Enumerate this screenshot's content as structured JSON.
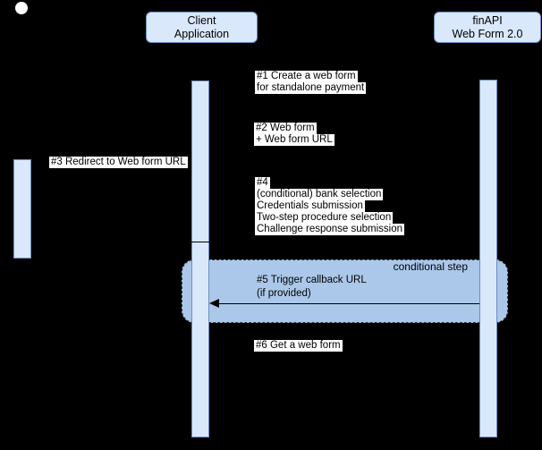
{
  "actors": {
    "client": {
      "line1": "Client",
      "line2": "Application"
    },
    "finapi": {
      "line1": "finAPI",
      "line2": "Web Form 2.0"
    }
  },
  "messages": {
    "m1": {
      "line1": "#1 Create a web form",
      "line2": "for standalone payment"
    },
    "m2": {
      "line1": "#2 Web form",
      "line2": "+ Web form URL"
    },
    "m3": {
      "line1": "#3 Redirect to Web form URL"
    },
    "m4": {
      "line1": "#4",
      "line2": "(conditional) bank selection",
      "line3": "Credentials submission",
      "line4": "Two-step procedure selection",
      "line5": "Challenge response submission"
    },
    "m5": {
      "line1": "#5 Trigger callback URL",
      "line2": "(if provided)"
    },
    "m6": {
      "line1": "#6 Get a web form"
    }
  },
  "conditional": {
    "label": "conditional step"
  },
  "colors": {
    "background": "#000000",
    "node_fill": "#dae8fc",
    "node_stroke": "#6c8ebf",
    "conditional_fill": "#abc8ea",
    "conditional_border": "#33383d",
    "label_background": "#ffffff",
    "text": "#000000",
    "arrow": "#000000",
    "start_circle": "#ffffff"
  }
}
